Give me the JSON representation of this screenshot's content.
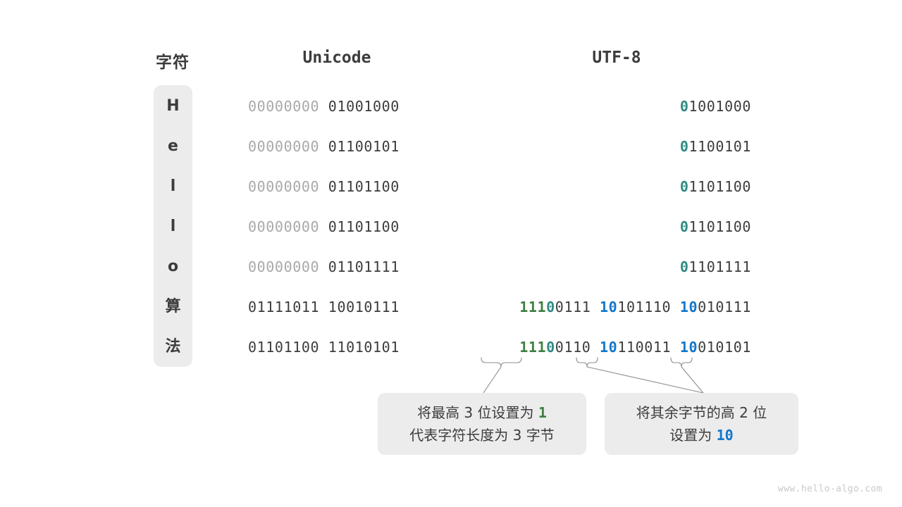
{
  "headers": {
    "character": "字符",
    "unicode": "Unicode",
    "utf8": "UTF-8"
  },
  "rows": [
    {
      "char": "H",
      "unicode_high": "00000000",
      "unicode_low": "01001000",
      "utf8_parts": [
        {
          "text": "0",
          "color": "teal"
        },
        {
          "text": "1001000",
          "color": "plain"
        }
      ]
    },
    {
      "char": "e",
      "unicode_high": "00000000",
      "unicode_low": "01100101",
      "utf8_parts": [
        {
          "text": "0",
          "color": "teal"
        },
        {
          "text": "1100101",
          "color": "plain"
        }
      ]
    },
    {
      "char": "l",
      "unicode_high": "00000000",
      "unicode_low": "01101100",
      "utf8_parts": [
        {
          "text": "0",
          "color": "teal"
        },
        {
          "text": "1101100",
          "color": "plain"
        }
      ]
    },
    {
      "char": "l",
      "unicode_high": "00000000",
      "unicode_low": "01101100",
      "utf8_parts": [
        {
          "text": "0",
          "color": "teal"
        },
        {
          "text": "1101100",
          "color": "plain"
        }
      ]
    },
    {
      "char": "o",
      "unicode_high": "00000000",
      "unicode_low": "01101111",
      "utf8_parts": [
        {
          "text": "0",
          "color": "teal"
        },
        {
          "text": "1101111",
          "color": "plain"
        }
      ]
    },
    {
      "char": "算",
      "unicode_high": "01111011",
      "unicode_low": "10010111",
      "utf8_parts": [
        {
          "text": "111",
          "color": "green"
        },
        {
          "text": "0",
          "color": "teal"
        },
        {
          "text": "0111",
          "color": "plain"
        },
        {
          "text": " ",
          "color": "plain"
        },
        {
          "text": "10",
          "color": "blue"
        },
        {
          "text": "101110",
          "color": "plain"
        },
        {
          "text": " ",
          "color": "plain"
        },
        {
          "text": "10",
          "color": "blue"
        },
        {
          "text": "010111",
          "color": "plain"
        }
      ]
    },
    {
      "char": "法",
      "unicode_high": "01101100",
      "unicode_low": "11010101",
      "utf8_parts": [
        {
          "text": "111",
          "color": "green"
        },
        {
          "text": "0",
          "color": "teal"
        },
        {
          "text": "0110",
          "color": "plain"
        },
        {
          "text": " ",
          "color": "plain"
        },
        {
          "text": "10",
          "color": "blue"
        },
        {
          "text": "110011",
          "color": "plain"
        },
        {
          "text": " ",
          "color": "plain"
        },
        {
          "text": "10",
          "color": "blue"
        },
        {
          "text": "010101",
          "color": "plain"
        }
      ]
    }
  ],
  "callouts": {
    "left": {
      "line1_pre": "将最高 3 位设置为 ",
      "line1_num": "1",
      "line2": "代表字符长度为 3 字节"
    },
    "right": {
      "line1": "将其余字节的高 2 位",
      "line2_pre": "设置为 ",
      "line2_num": "10"
    }
  },
  "watermark": "www.hello-algo.com",
  "colors": {
    "green": "#3f7f43",
    "teal": "#2e8b83",
    "blue": "#1177cc",
    "text": "#3c3c3c",
    "dim": "#a8a8a8",
    "panel": "#ececec",
    "background": "#ffffff"
  }
}
